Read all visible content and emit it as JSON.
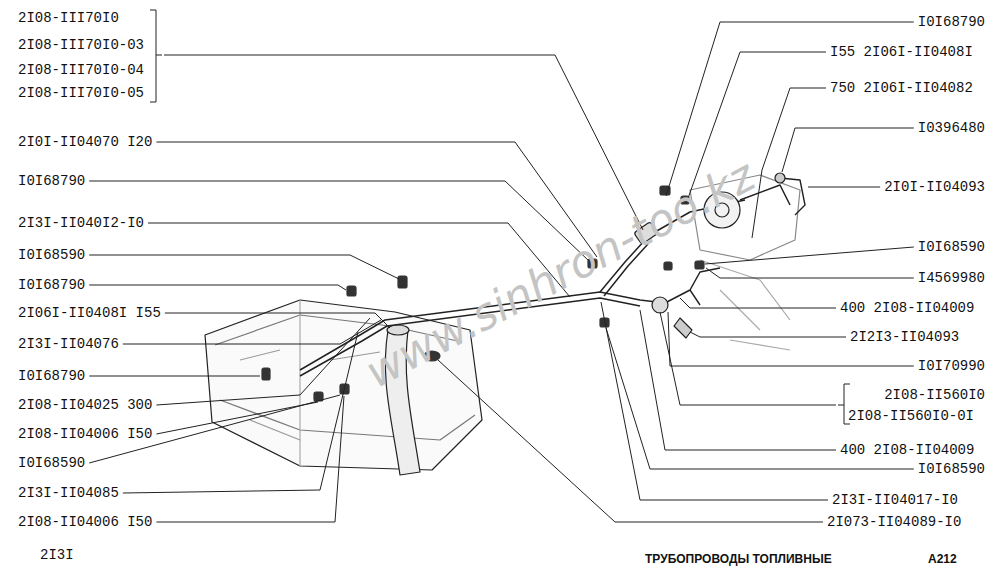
{
  "diagram": {
    "title": "ТРУБОПРОВОДЫ ТОПЛИВНЫЕ",
    "labels": [
      "2I08-III70I0",
      "2I08-III70I0-03",
      "2I08-III70I0-04",
      "2I08-III70I0-05",
      "2I0I-II04070 I20",
      "I0I68790",
      "2I3I-II040I2-I0",
      "I0I68590",
      "I0I68790",
      "2I06I-II0408I I55",
      "2I3I-II04076",
      "I0I68790",
      "2I08-II04025 300",
      "2I08-II04006 I50",
      "I0I68590",
      "2I3I-II04085",
      "2I08-II04006 I50",
      "I0I68790",
      "I55 2I06I-II0408I",
      "750 2I06I-II04082",
      "I0396480",
      "2I0I-II04093",
      "I0I68590",
      "I4569980",
      "400 2I08-II04009",
      "2I2I3-II04093",
      "I0I70990",
      "2I08-II560I0",
      "2I08-II560I0-0I",
      "400 2I08-II04009",
      "I0I68590",
      "2I3I-II04017-I0",
      "2I073-II04089-I0",
      "2I3I",
      "A212",
      "www.sinhron-too.kz"
    ]
  }
}
